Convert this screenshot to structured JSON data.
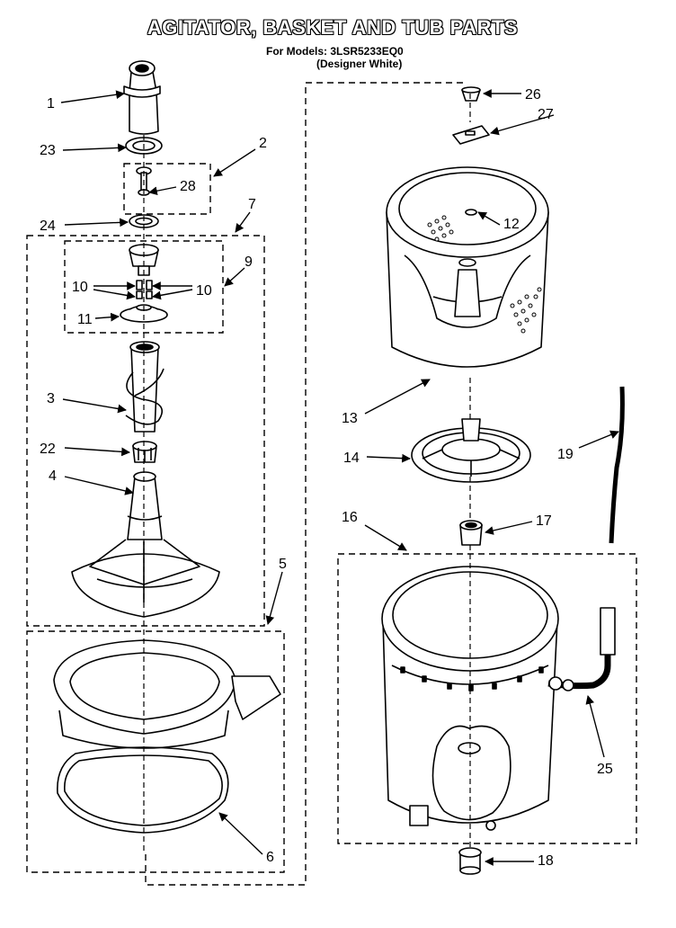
{
  "header": {
    "title": "AGITATOR, BASKET AND TUB PARTS",
    "models_line": "For Models: 3LSR5233EQ0",
    "color_line": "(Designer White)"
  },
  "callouts": [
    "1",
    "2",
    "3",
    "4",
    "5",
    "6",
    "7",
    "9",
    "10",
    "10",
    "11",
    "12",
    "13",
    "14",
    "16",
    "17",
    "18",
    "19",
    "22",
    "23",
    "24",
    "25",
    "26",
    "27",
    "28"
  ]
}
